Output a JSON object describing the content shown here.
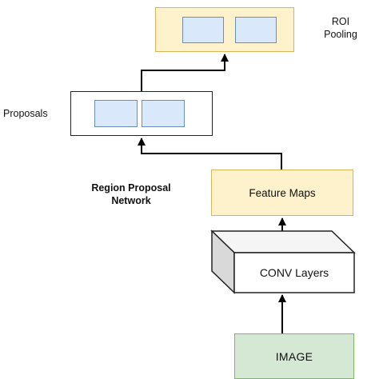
{
  "nodes": {
    "roi_pooling": {
      "label": "ROI\nPooling",
      "fill": "#fdf2cc",
      "stroke": "#d6b656"
    },
    "proposals": {
      "label": "Proposals",
      "fill": "#ffffff",
      "stroke": "#222222"
    },
    "region_proposal_network": {
      "label": "Region Proposal\nNetwork"
    },
    "feature_maps": {
      "label": "Feature Maps",
      "fill": "#fdf2cc",
      "stroke": "#d6b656"
    },
    "conv_layers": {
      "label": "CONV Layers",
      "shape": "3d-cube"
    },
    "image": {
      "label": "IMAGE",
      "fill": "#d5e8d4",
      "stroke": "#82b366"
    }
  },
  "inner_cell_colors": {
    "fill": "#dae8fc",
    "stroke": "#6c8ebf"
  },
  "edges": [
    {
      "from": "image",
      "to": "conv_layers"
    },
    {
      "from": "conv_layers",
      "to": "feature_maps"
    },
    {
      "from": "feature_maps",
      "to": "proposals"
    },
    {
      "from": "proposals",
      "to": "roi_pooling"
    }
  ]
}
